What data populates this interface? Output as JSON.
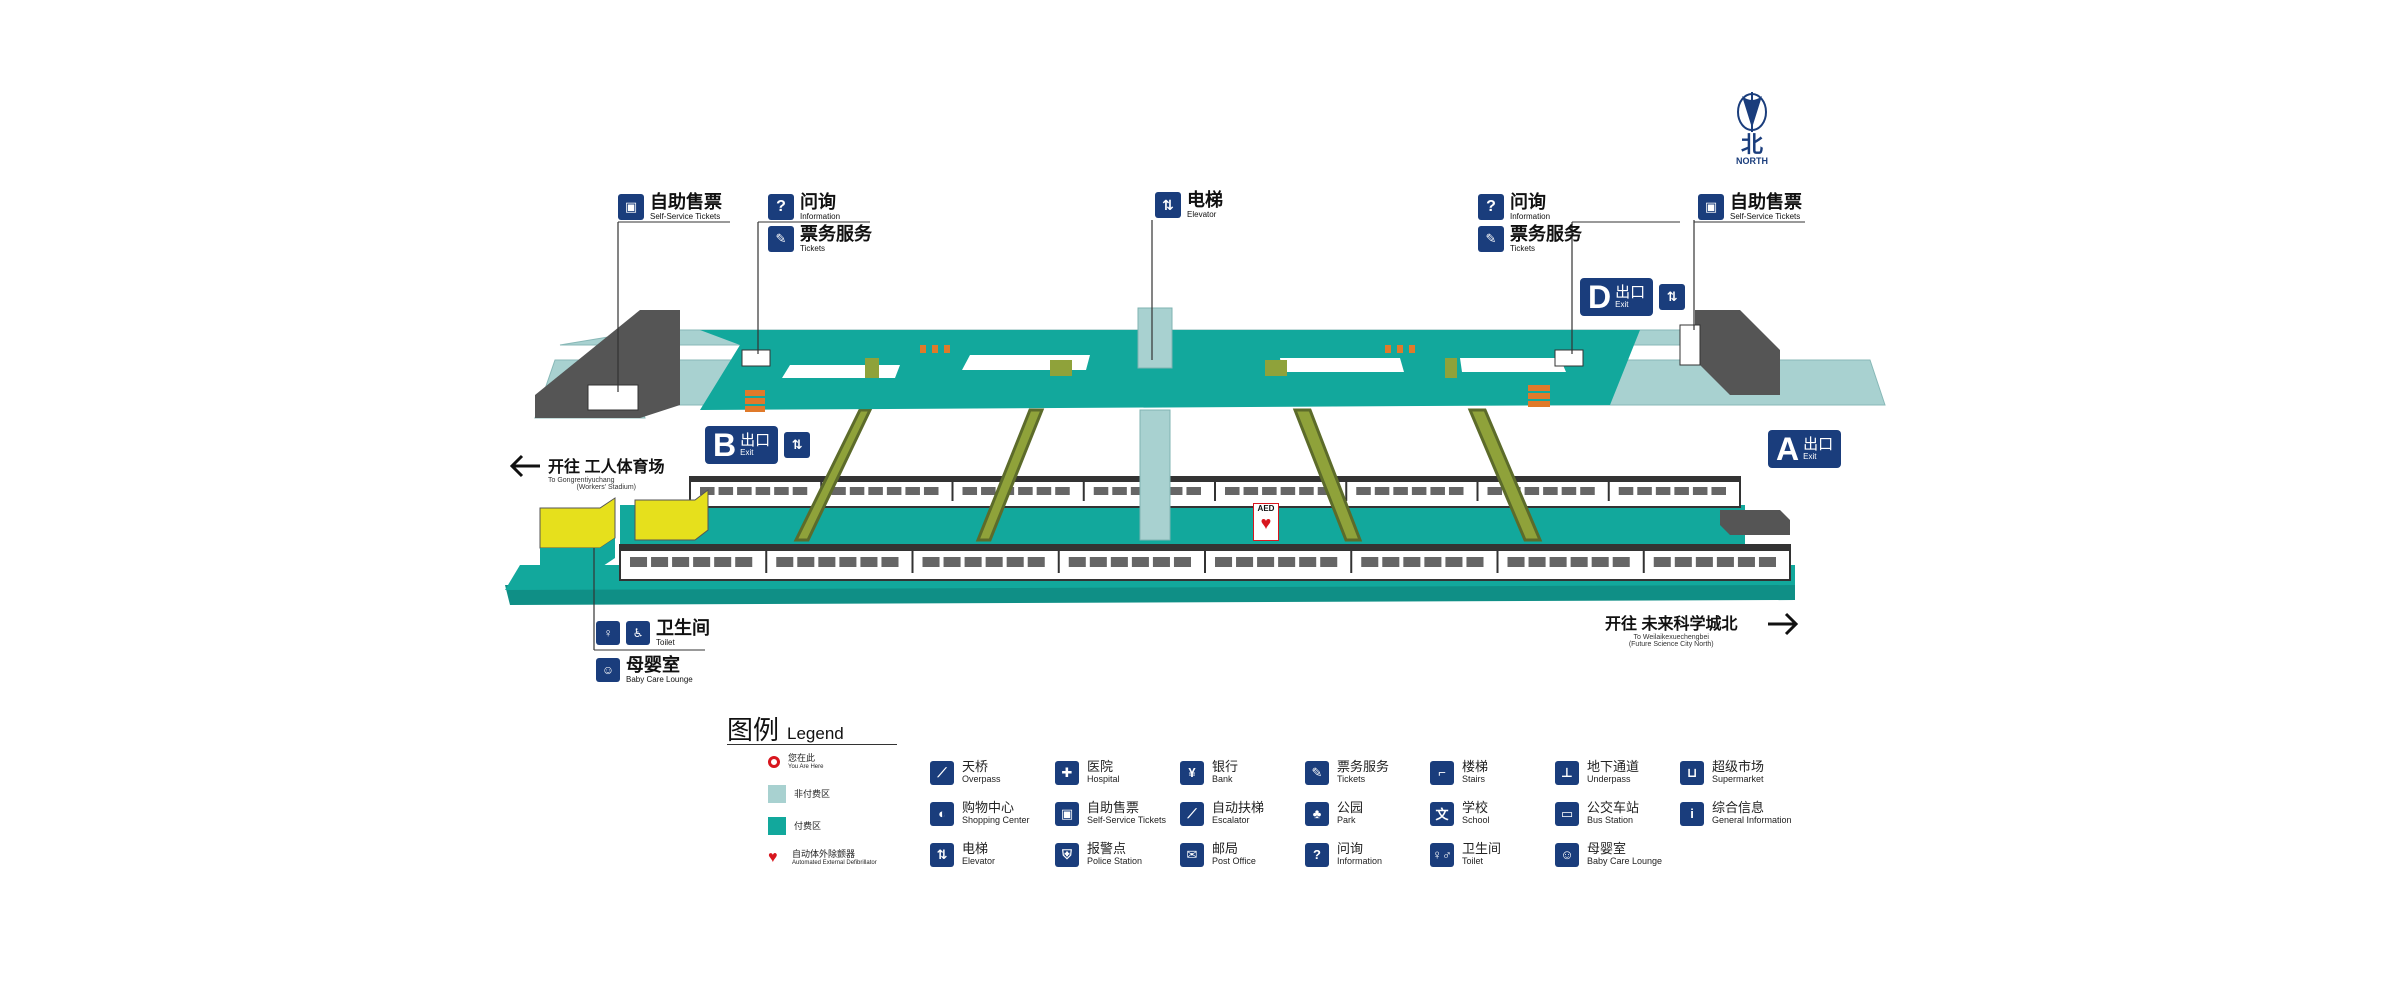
{
  "north": {
    "zh": "北",
    "en": "NORTH"
  },
  "callouts": {
    "self_service_left": {
      "zh": "自助售票",
      "en": "Self-Service Tickets"
    },
    "information_left": {
      "zh": "问询",
      "en": "Information"
    },
    "tickets_left": {
      "zh": "票务服务",
      "en": "Tickets"
    },
    "elevator": {
      "zh": "电梯",
      "en": "Elevator"
    },
    "information_right": {
      "zh": "问询",
      "en": "Information"
    },
    "tickets_right": {
      "zh": "票务服务",
      "en": "Tickets"
    },
    "self_service_right": {
      "zh": "自助售票",
      "en": "Self-Service Tickets"
    },
    "toilet": {
      "zh": "卫生间",
      "en": "Toilet"
    },
    "baby_care": {
      "zh": "母婴室",
      "en": "Baby Care Lounge"
    }
  },
  "exits": {
    "b": {
      "letter": "B",
      "zh": "出口",
      "en": "Exit"
    },
    "d": {
      "letter": "D",
      "zh": "出口",
      "en": "Exit"
    },
    "a": {
      "letter": "A",
      "zh": "出口",
      "en": "Exit"
    }
  },
  "aed_label": "AED",
  "direction_left": {
    "zh": "开往 工人体育场",
    "en": "To Gongrentiyuchang",
    "sub": "(Workers' Stadium)"
  },
  "direction_right": {
    "zh": "开往 未来科学城北",
    "en": "To Weilaikexuechengbei",
    "sub": "(Future Science City North)"
  },
  "legend": {
    "title_zh": "图例",
    "title_en": "Legend",
    "small": [
      {
        "icon": "you-are-here-icon",
        "zh": "您在此",
        "en": "You Are Here",
        "color": "#d8161e"
      },
      {
        "icon": "unpaid-area-swatch",
        "zh": "非付费区",
        "en": "",
        "color": "#a8d1d0"
      },
      {
        "icon": "paid-area-swatch",
        "zh": "付费区",
        "en": "",
        "color": "#12a89c"
      },
      {
        "icon": "aed-icon",
        "zh": "自动体外除颤器",
        "en": "Automated External Defibrillator",
        "color": "#d8161e"
      }
    ],
    "items": [
      {
        "icon": "overpass-icon",
        "glyph": "⟋",
        "zh": "天桥",
        "en": "Overpass"
      },
      {
        "icon": "hospital-icon",
        "glyph": "✚",
        "zh": "医院",
        "en": "Hospital"
      },
      {
        "icon": "bank-icon",
        "glyph": "¥",
        "zh": "银行",
        "en": "Bank"
      },
      {
        "icon": "tickets-icon",
        "glyph": "✎",
        "zh": "票务服务",
        "en": "Tickets"
      },
      {
        "icon": "stairs-icon",
        "glyph": "⌐",
        "zh": "楼梯",
        "en": "Stairs"
      },
      {
        "icon": "underpass-icon",
        "glyph": "⊥",
        "zh": "地下通道",
        "en": "Underpass"
      },
      {
        "icon": "supermarket-icon",
        "glyph": "⊔",
        "zh": "超级市场",
        "en": "Supermarket"
      },
      {
        "icon": "shopping-center-icon",
        "glyph": "◐",
        "zh": "购物中心",
        "en": "Shopping Center"
      },
      {
        "icon": "self-service-tickets-icon",
        "glyph": "▣",
        "zh": "自助售票",
        "en": "Self-Service Tickets"
      },
      {
        "icon": "escalator-icon",
        "glyph": "⟋",
        "zh": "自动扶梯",
        "en": "Escalator"
      },
      {
        "icon": "park-icon",
        "glyph": "♣",
        "zh": "公园",
        "en": "Park"
      },
      {
        "icon": "school-icon",
        "glyph": "文",
        "zh": "学校",
        "en": "School"
      },
      {
        "icon": "bus-station-icon",
        "glyph": "▭",
        "zh": "公交车站",
        "en": "Bus Station"
      },
      {
        "icon": "general-information-icon",
        "glyph": "i",
        "zh": "综合信息",
        "en": "General Information"
      },
      {
        "icon": "elevator-icon",
        "glyph": "⇅",
        "zh": "电梯",
        "en": "Elevator"
      },
      {
        "icon": "police-station-icon",
        "glyph": "⛨",
        "zh": "报警点",
        "en": "Police Station"
      },
      {
        "icon": "post-office-icon",
        "glyph": "✉",
        "zh": "邮局",
        "en": "Post Office"
      },
      {
        "icon": "information-icon",
        "glyph": "?",
        "zh": "问询",
        "en": "Information"
      },
      {
        "icon": "toilet-icon",
        "glyph": "♀♂",
        "zh": "卫生间",
        "en": "Toilet"
      },
      {
        "icon": "baby-care-icon",
        "glyph": "☺",
        "zh": "母婴室",
        "en": "Baby Care Lounge"
      }
    ]
  },
  "colors": {
    "navy": "#1a3d7c",
    "paid": "#12a89c",
    "unpaid": "#a8d1d0",
    "gate": "#555555",
    "yellow": "#e6e01c",
    "olive": "#8fa23a",
    "red": "#d8161e"
  }
}
